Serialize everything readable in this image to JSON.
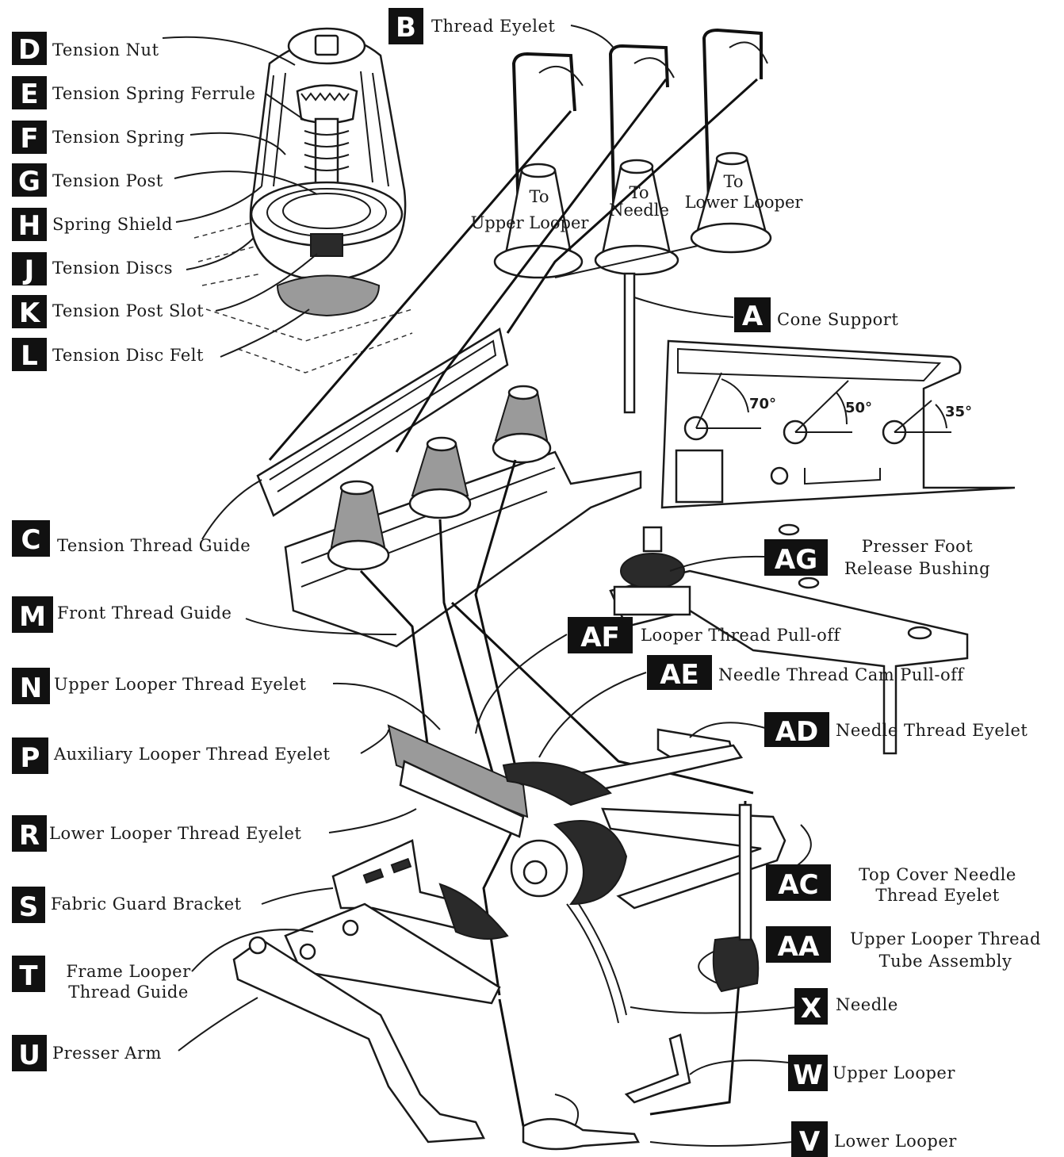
{
  "callouts": [
    {
      "id": "D",
      "label": "Tension Nut"
    },
    {
      "id": "E",
      "label": "Tension Spring Ferrule"
    },
    {
      "id": "F",
      "label": "Tension Spring"
    },
    {
      "id": "G",
      "label": "Tension Post"
    },
    {
      "id": "H",
      "label": "Spring Shield"
    },
    {
      "id": "J",
      "label": "Tension Discs"
    },
    {
      "id": "K",
      "label": "Tension Post Slot"
    },
    {
      "id": "L",
      "label": "Tension Disc Felt"
    },
    {
      "id": "B",
      "label": "Thread Eyelet"
    },
    {
      "id": "A",
      "label": "Cone Support"
    },
    {
      "id": "C",
      "label": "Tension Thread Guide"
    },
    {
      "id": "M",
      "label": "Front Thread Guide"
    },
    {
      "id": "N",
      "label": "Upper Looper Thread Eyelet"
    },
    {
      "id": "P",
      "label": "Auxiliary Looper Thread Eyelet"
    },
    {
      "id": "R",
      "label": "Lower Looper Thread Eyelet"
    },
    {
      "id": "S",
      "label": "Fabric Guard Bracket"
    },
    {
      "id": "T",
      "label": "Frame Looper Thread Guide"
    },
    {
      "id": "U",
      "label": "Presser Arm"
    },
    {
      "id": "AG",
      "label": "Presser Foot Release Bushing"
    },
    {
      "id": "AF",
      "label": "Looper Thread Pull-off"
    },
    {
      "id": "AE",
      "label": "Needle Thread Cam Pull-off"
    },
    {
      "id": "AD",
      "label": "Needle Thread Eyelet"
    },
    {
      "id": "AC",
      "label": "Top Cover Needle Thread Eyelet"
    },
    {
      "id": "AA",
      "label": "Upper Looper Thread Tube Assembly"
    },
    {
      "id": "X",
      "label": "Needle"
    },
    {
      "id": "W",
      "label": "Upper Looper"
    },
    {
      "id": "V",
      "label": "Lower Looper"
    }
  ],
  "cones": [
    {
      "to": "To",
      "dest": "Upper Looper"
    },
    {
      "to": "To",
      "dest": "Needle"
    },
    {
      "to": "To",
      "dest": "Lower Looper"
    }
  ],
  "angles": [
    "70°",
    "50°",
    "35°"
  ]
}
